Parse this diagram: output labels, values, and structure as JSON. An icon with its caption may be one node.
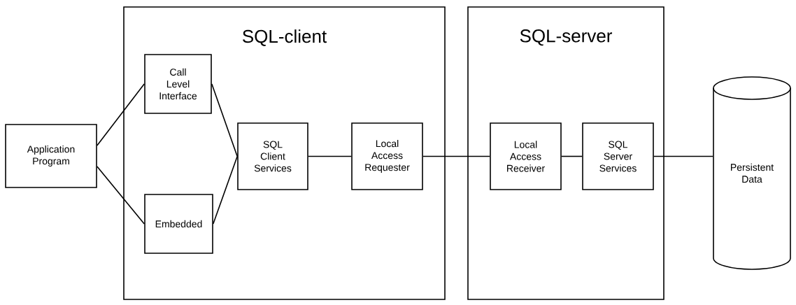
{
  "diagram": {
    "nodes": [
      {
        "text": [
          "SQL-client"
        ]
      },
      {
        "text": [
          "SQL-server"
        ]
      },
      {
        "text": [
          "Application Program"
        ]
      },
      {
        "text": [
          "Call Level Interface"
        ],
        "in": 0
      },
      {
        "text": [
          "Embedded"
        ],
        "in": 0
      },
      {
        "text": [
          "SQL Client Services"
        ],
        "in": 0
      },
      {
        "text": [
          "Local Access Requester"
        ],
        "in": 0
      },
      {
        "text": [
          "Local Access Receiver"
        ],
        "in": 1
      },
      {
        "text": [
          "SQL Server Services"
        ],
        "in": 1
      },
      {
        "text": [
          "Persistent Data"
        ]
      }
    ],
    "edges": [
      {
        "from": 2,
        "to": 3,
        "arrow": "none"
      },
      {
        "from": 2,
        "to": 4,
        "arrow": "none"
      },
      {
        "from": 3,
        "to": 5,
        "arrow": "none"
      },
      {
        "from": 4,
        "to": 5,
        "arrow": "none"
      },
      {
        "from": 5,
        "to": 6,
        "arrow": "none"
      },
      {
        "from": 6,
        "to": 7,
        "arrow": "none"
      },
      {
        "from": 7,
        "to": 8,
        "arrow": "none"
      },
      {
        "from": 8,
        "to": 9,
        "arrow": "none"
      }
    ]
  }
}
